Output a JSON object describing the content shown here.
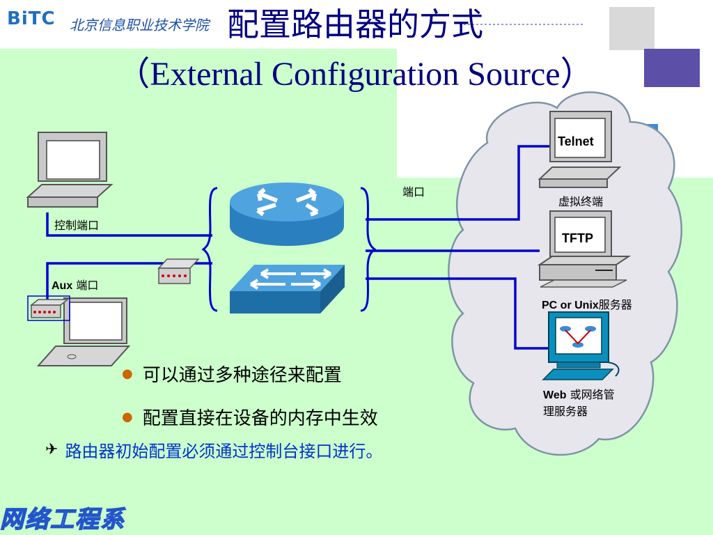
{
  "logo": {
    "brand": "BiTC",
    "school": "北京信息职业技术学院"
  },
  "title": {
    "line1": "配置路由器的方式",
    "line2": "（External Configuration  Source）"
  },
  "diagram": {
    "console_port": "控制端口",
    "aux_port_a": "Aux",
    "aux_port_b": " 端口",
    "port": "端口",
    "telnet_screen": "Telnet",
    "virtual_terminal": "虚拟终端",
    "tftp_screen": "TFTP",
    "server_a": "PC or Unix",
    "server_b": "服务器",
    "web_a": "Web",
    "web_b": " 或网络管",
    "web_c": "理服务器"
  },
  "bullets": [
    "可以通过多种途径来配置",
    "配置直接在设备的内存中生效"
  ],
  "note": "路由器初始配置必须通过控制台接口进行。",
  "footer": "网络工程系",
  "colors": {
    "title": "#000080",
    "link": "#0000cc",
    "note": "#0033cc",
    "background": "#ccffcc"
  }
}
